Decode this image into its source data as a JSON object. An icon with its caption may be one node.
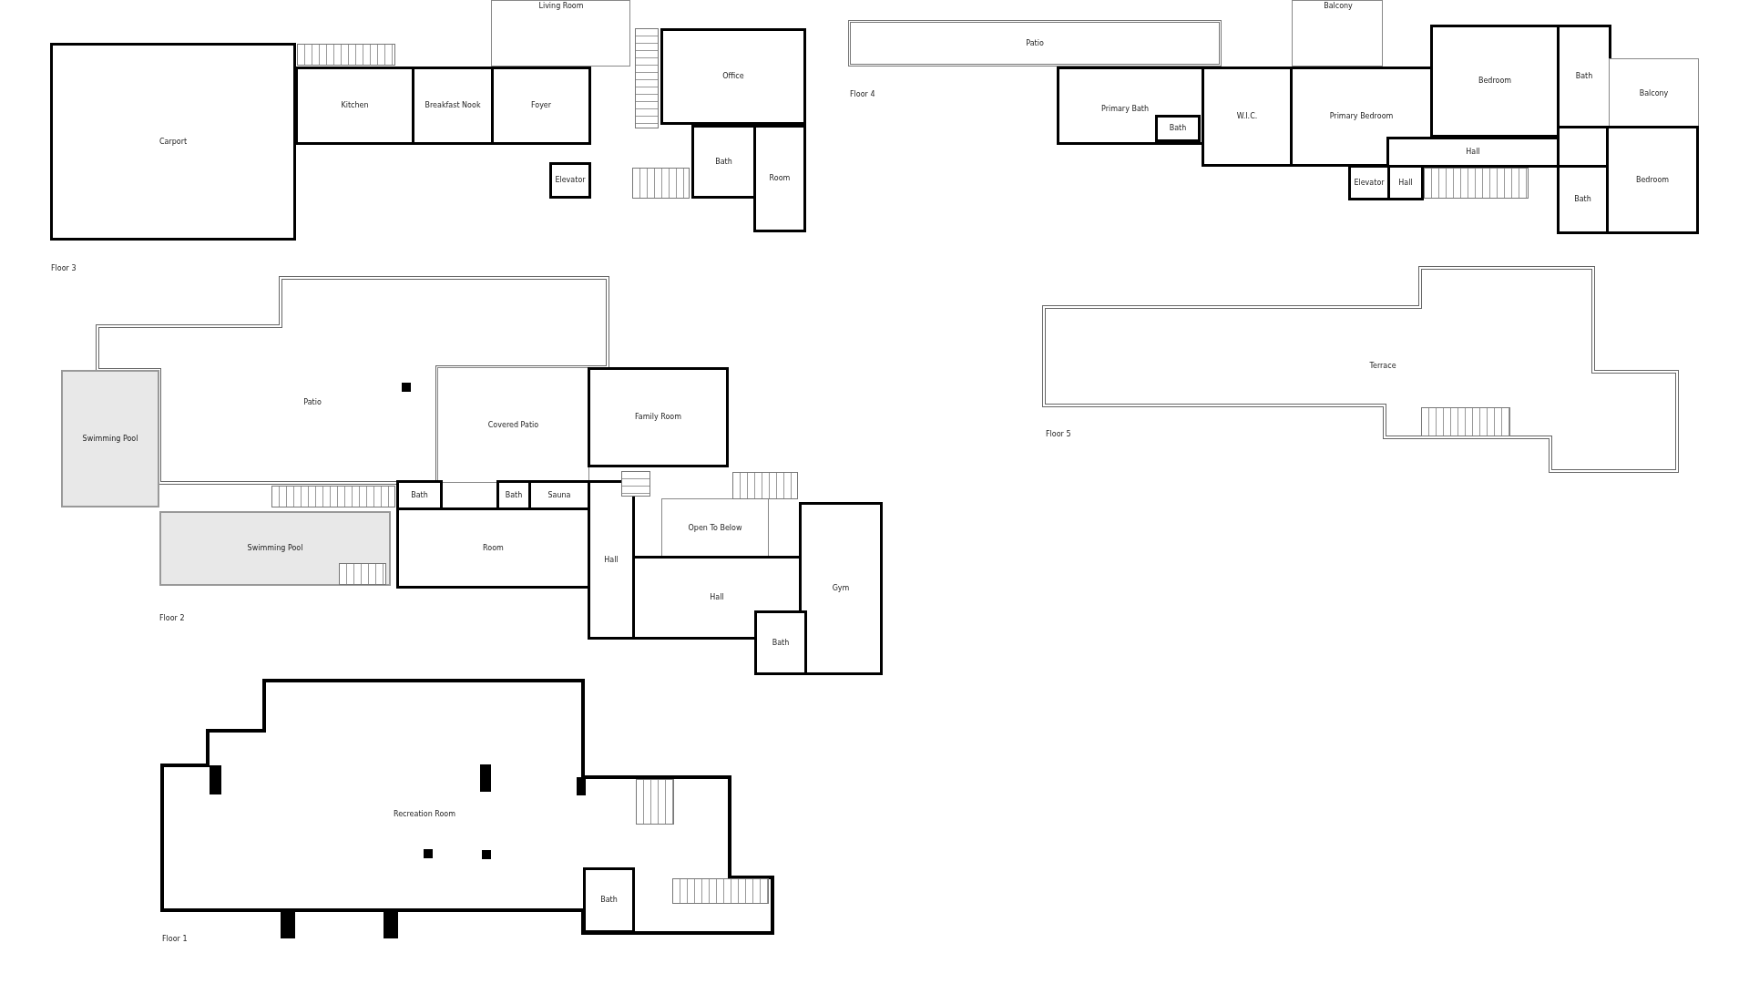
{
  "diagram": {
    "nodes": [
      {
        "text": [
          "Living Room"
        ]
      },
      {
        "text": [
          "Carport"
        ]
      },
      {
        "text": [
          "Kitchen"
        ]
      },
      {
        "text": [
          "Breakfast Nook"
        ]
      },
      {
        "text": [
          "Foyer"
        ]
      },
      {
        "text": [
          "Office"
        ]
      },
      {
        "text": [
          "Elevator"
        ]
      },
      {
        "text": [
          "Bath"
        ]
      },
      {
        "text": [
          "Room"
        ]
      },
      {
        "text": [
          "Balcony"
        ]
      },
      {
        "text": [
          "Patio"
        ]
      },
      {
        "text": [
          "Primary Bath"
        ]
      },
      {
        "text": [
          "Bath"
        ],
        "in": 11
      },
      {
        "text": [
          "W.I.C."
        ]
      },
      {
        "text": [
          "Primary Bedroom"
        ]
      },
      {
        "text": [
          "Bedroom"
        ]
      },
      {
        "text": [
          "Bath"
        ]
      },
      {
        "text": [
          "Balcony"
        ]
      },
      {
        "text": [
          "Hall"
        ]
      },
      {
        "text": [
          "Elevator"
        ]
      },
      {
        "text": [
          "Hall"
        ]
      },
      {
        "text": [
          "Bath"
        ]
      },
      {
        "text": [
          "Bedroom"
        ]
      },
      {
        "text": [
          "Patio"
        ]
      },
      {
        "text": [
          "Covered Patio"
        ]
      },
      {
        "text": [
          "Family Room"
        ]
      },
      {
        "text": [
          "Swimming Pool"
        ]
      },
      {
        "text": [
          "Bath"
        ]
      },
      {
        "text": [
          "Bath"
        ]
      },
      {
        "text": [
          "Sauna"
        ]
      },
      {
        "text": [
          "Swimming Pool"
        ]
      },
      {
        "text": [
          "Room"
        ]
      },
      {
        "text": [
          "Hall"
        ]
      },
      {
        "text": [
          "Open To Below"
        ]
      },
      {
        "text": [
          "Hall"
        ]
      },
      {
        "text": [
          "Gym"
        ]
      },
      {
        "text": [
          "Bath"
        ]
      },
      {
        "text": [
          "Terrace"
        ]
      },
      {
        "text": [
          "Recreation Room"
        ]
      },
      {
        "text": [
          "Bath"
        ],
        "in": 38
      }
    ],
    "labels": [
      "Floor 3",
      "Floor 4",
      "Floor 2",
      "Floor 5",
      "Floor 1"
    ]
  }
}
